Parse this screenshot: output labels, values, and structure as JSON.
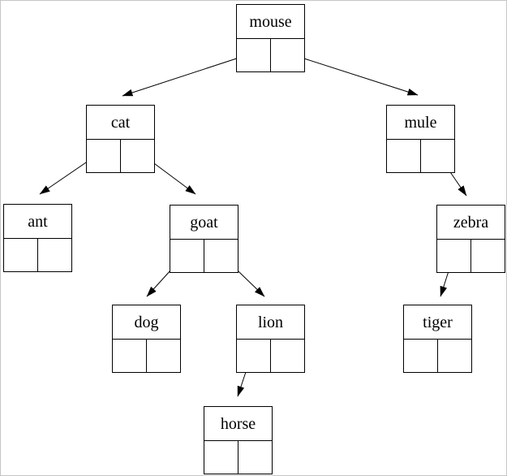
{
  "figure": {
    "background_color": "#ffffff",
    "frame_color": "#c6c6c6",
    "line_color": "#000000",
    "description": "Binary search tree diagram of animal names; each node drawn as a record box with a label field and two pointer cells"
  },
  "tree": {
    "type": "binary-tree-diagram",
    "root": "mouse",
    "nodes": {
      "mouse": {
        "label": "mouse",
        "left_child": "cat",
        "right_child": "mule"
      },
      "cat": {
        "label": "cat",
        "left_child": "ant",
        "right_child": "goat"
      },
      "mule": {
        "label": "mule",
        "left_child": null,
        "right_child": "zebra"
      },
      "ant": {
        "label": "ant",
        "left_child": null,
        "right_child": null
      },
      "goat": {
        "label": "goat",
        "left_child": "dog",
        "right_child": "lion"
      },
      "zebra": {
        "label": "zebra",
        "left_child": "tiger",
        "right_child": null
      },
      "dog": {
        "label": "dog",
        "left_child": null,
        "right_child": null
      },
      "lion": {
        "label": "lion",
        "left_child": "horse",
        "right_child": null
      },
      "tiger": {
        "label": "tiger",
        "left_child": null,
        "right_child": null
      },
      "horse": {
        "label": "horse",
        "left_child": null,
        "right_child": null
      }
    },
    "edges": [
      {
        "from": "mouse",
        "pointer": "left",
        "to": "cat"
      },
      {
        "from": "mouse",
        "pointer": "right",
        "to": "mule"
      },
      {
        "from": "cat",
        "pointer": "left",
        "to": "ant"
      },
      {
        "from": "cat",
        "pointer": "right",
        "to": "goat"
      },
      {
        "from": "mule",
        "pointer": "right",
        "to": "zebra"
      },
      {
        "from": "goat",
        "pointer": "left",
        "to": "dog"
      },
      {
        "from": "goat",
        "pointer": "right",
        "to": "lion"
      },
      {
        "from": "zebra",
        "pointer": "left",
        "to": "tiger"
      },
      {
        "from": "lion",
        "pointer": "left",
        "to": "horse"
      }
    ]
  }
}
